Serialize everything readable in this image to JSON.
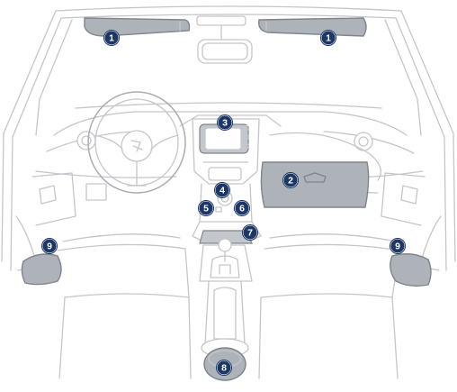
{
  "diagram": {
    "colors": {
      "zone_fill": "#aeb3b9",
      "zone_outline": "#7f858c",
      "line_art": "#c4c6c9",
      "badge_fill": "#1c3766",
      "badge_text": "#ffffff"
    },
    "callouts": [
      {
        "id": "sun-visor-left",
        "label": "1"
      },
      {
        "id": "sun-visor-right",
        "label": "1"
      },
      {
        "id": "glovebox",
        "label": "2"
      },
      {
        "id": "touch-screen",
        "label": "3"
      },
      {
        "id": "control-knob",
        "label": "4"
      },
      {
        "id": "socket-left",
        "label": "5"
      },
      {
        "id": "socket-right",
        "label": "6"
      },
      {
        "id": "storage-tray",
        "label": "7"
      },
      {
        "id": "rear-cupholder",
        "label": "8"
      },
      {
        "id": "door-pocket-left",
        "label": "9"
      },
      {
        "id": "door-pocket-right",
        "label": "9"
      }
    ]
  }
}
